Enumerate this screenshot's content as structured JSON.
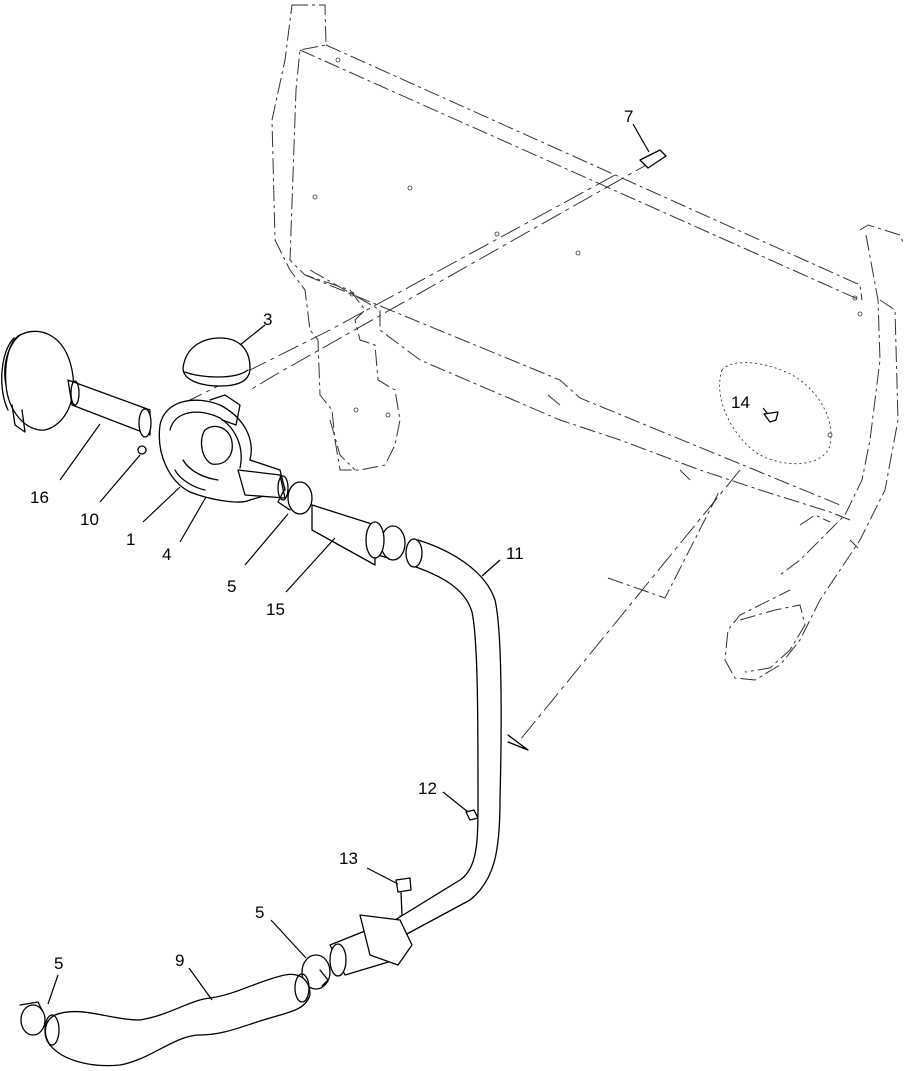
{
  "callouts": [
    {
      "id": "c1",
      "text": "1"
    },
    {
      "id": "c3",
      "text": "3"
    },
    {
      "id": "c4",
      "text": "4"
    },
    {
      "id": "c5a",
      "text": "5"
    },
    {
      "id": "c5b",
      "text": "5"
    },
    {
      "id": "c5c",
      "text": "5"
    },
    {
      "id": "c7",
      "text": "7"
    },
    {
      "id": "c9",
      "text": "9"
    },
    {
      "id": "c10",
      "text": "10"
    },
    {
      "id": "c11",
      "text": "11"
    },
    {
      "id": "c12",
      "text": "12"
    },
    {
      "id": "c13",
      "text": "13"
    },
    {
      "id": "c14",
      "text": "14"
    },
    {
      "id": "c15",
      "text": "15"
    },
    {
      "id": "c16",
      "text": "16"
    }
  ]
}
